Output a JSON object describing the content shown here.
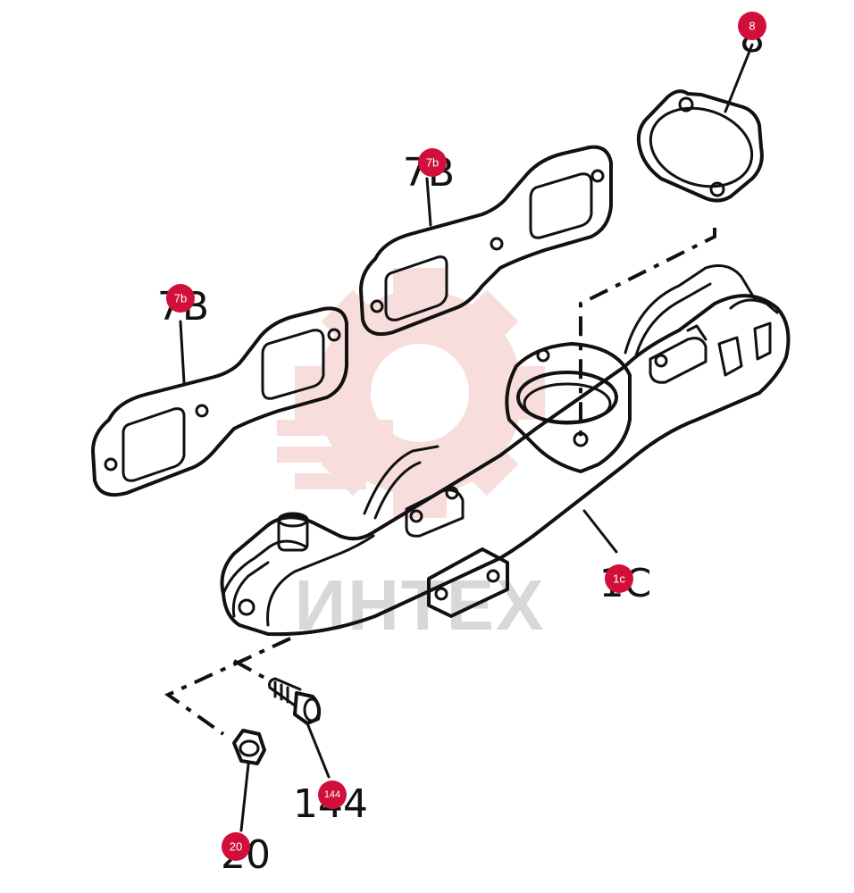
{
  "watermark": {
    "text": "ИНТЕХ",
    "gear_color": "#f3c2c2",
    "text_color": "#d8d8d8"
  },
  "callout_color": "#d0103a",
  "parts": [
    {
      "id": "8",
      "callout": "8",
      "printed": "8"
    },
    {
      "id": "7b-upper",
      "callout": "7b",
      "printed": "7B"
    },
    {
      "id": "7b-lower",
      "callout": "7b",
      "printed": "7B"
    },
    {
      "id": "1c",
      "callout": "1c",
      "printed": "1C"
    },
    {
      "id": "144",
      "callout": "144",
      "printed": "144"
    },
    {
      "id": "20",
      "callout": "20",
      "printed": "20"
    }
  ]
}
